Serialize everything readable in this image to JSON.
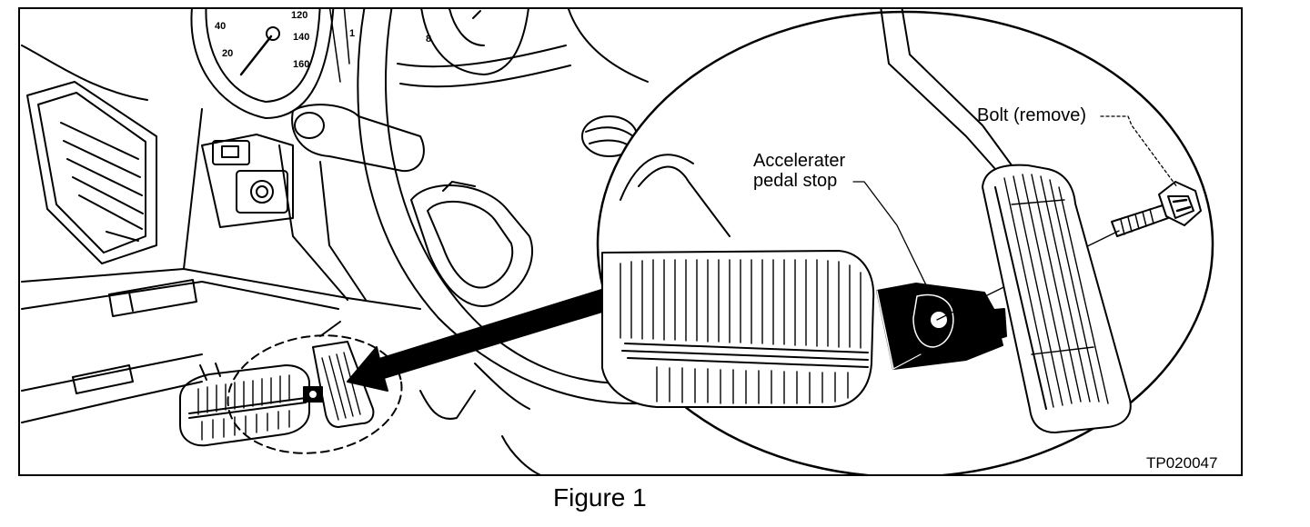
{
  "labels": {
    "bolt": "Bolt (remove)",
    "stop_line1": "Accelerater",
    "stop_line2": "pedal stop",
    "figure_code": "TP020047"
  },
  "speedometer": {
    "ticks": [
      "40",
      "20",
      "120",
      "140",
      "160"
    ]
  },
  "tach": {
    "ticks": [
      "8",
      "1"
    ]
  },
  "caption": "Figure 1"
}
